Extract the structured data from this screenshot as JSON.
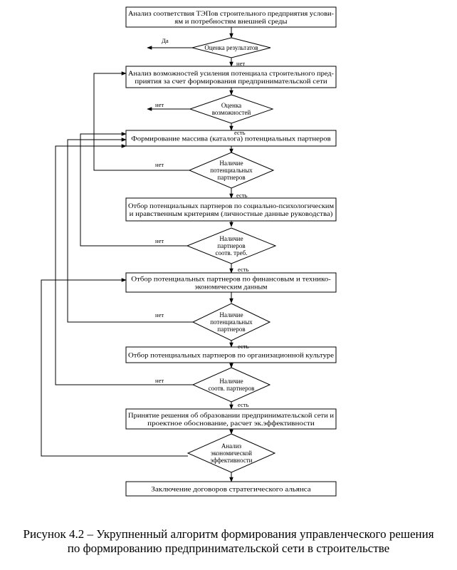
{
  "diagram": {
    "boxes": {
      "analysis_tep": [
        "Анализ  соответствия ТЭПов строительного предприятия условиям и потребностям внешней среды"
      ],
      "analysis_possibilities": [
        "Анализ возможностей усиления потенциала строительного предприятия за счет формирования предпринимательской сети"
      ],
      "catalog": [
        "Формирование массива (каталога) потенциальных партнеров"
      ],
      "selection_social": [
        "Отбор потенциальных партнеров по социально-психологическим и нравственным критериям (личностные данные руководства)"
      ],
      "selection_financial": [
        "Отбор  потенциальных партнеров по финансовым и технико-экономическим данным"
      ],
      "selection_culture": [
        "Отбор потенциальных партнеров по организационной культуре"
      ],
      "decision": [
        "Принятие решения об образовании предпринимательской сети и проектное обоснование, расчет эк.эффективности"
      ],
      "contracts": [
        "Заключение договоров стратегического альянса"
      ]
    },
    "box_lines": {
      "analysis_tep": [
        "Анализ  соответствия ТЭПов строительного предприятия услови-",
        "ям и потребностям внешней среды"
      ],
      "analysis_possibilities": [
        "Анализ возможностей усиления потенциала строительного пред-",
        "приятия за счет формирования предпринимательской сети"
      ],
      "catalog": [
        "Формирование массива (каталога) потенциальных партнеров"
      ],
      "selection_social": [
        "Отбор потенциальных партнеров по социально-психологическим",
        "и нравственным критериям (личностные данные руководства)"
      ],
      "selection_financial": [
        "Отбор  потенциальных партнеров по финансовым и технико-",
        "экономическим данным"
      ],
      "selection_culture": [
        "Отбор потенциальных партнеров по организационной культуре"
      ],
      "decision": [
        "Принятие решения об образовании предпринимательской сети и",
        "проектное обоснование, расчет эк.эффективности"
      ],
      "contracts": [
        "Заключение договоров стратегического альянса"
      ]
    },
    "decisions": {
      "results": [
        "Оценка результатов"
      ],
      "possibilities": [
        "Оценка",
        "возможностей"
      ],
      "potential_partners": [
        "Наличие",
        "потенциальных",
        "партнеров"
      ],
      "partners_meet_req": [
        "Наличие",
        "партнеров",
        "соотв. треб."
      ],
      "potential_partners_2": [
        "Наличие",
        "потенциальных",
        "партнеров"
      ],
      "partners_available": [
        "Наличие",
        "соотв. партнеров"
      ],
      "econ_efficiency": [
        "Анализ",
        "экономической",
        "эффективности"
      ]
    },
    "labels": {
      "yes": "Да",
      "no": "нет",
      "exists": "есть"
    }
  },
  "caption": {
    "line1": "Рисунок 4.2 – Укрупненный алгоритм формирования управленческого решения",
    "line2": "по формированию предпринимательской сети в строительстве"
  }
}
